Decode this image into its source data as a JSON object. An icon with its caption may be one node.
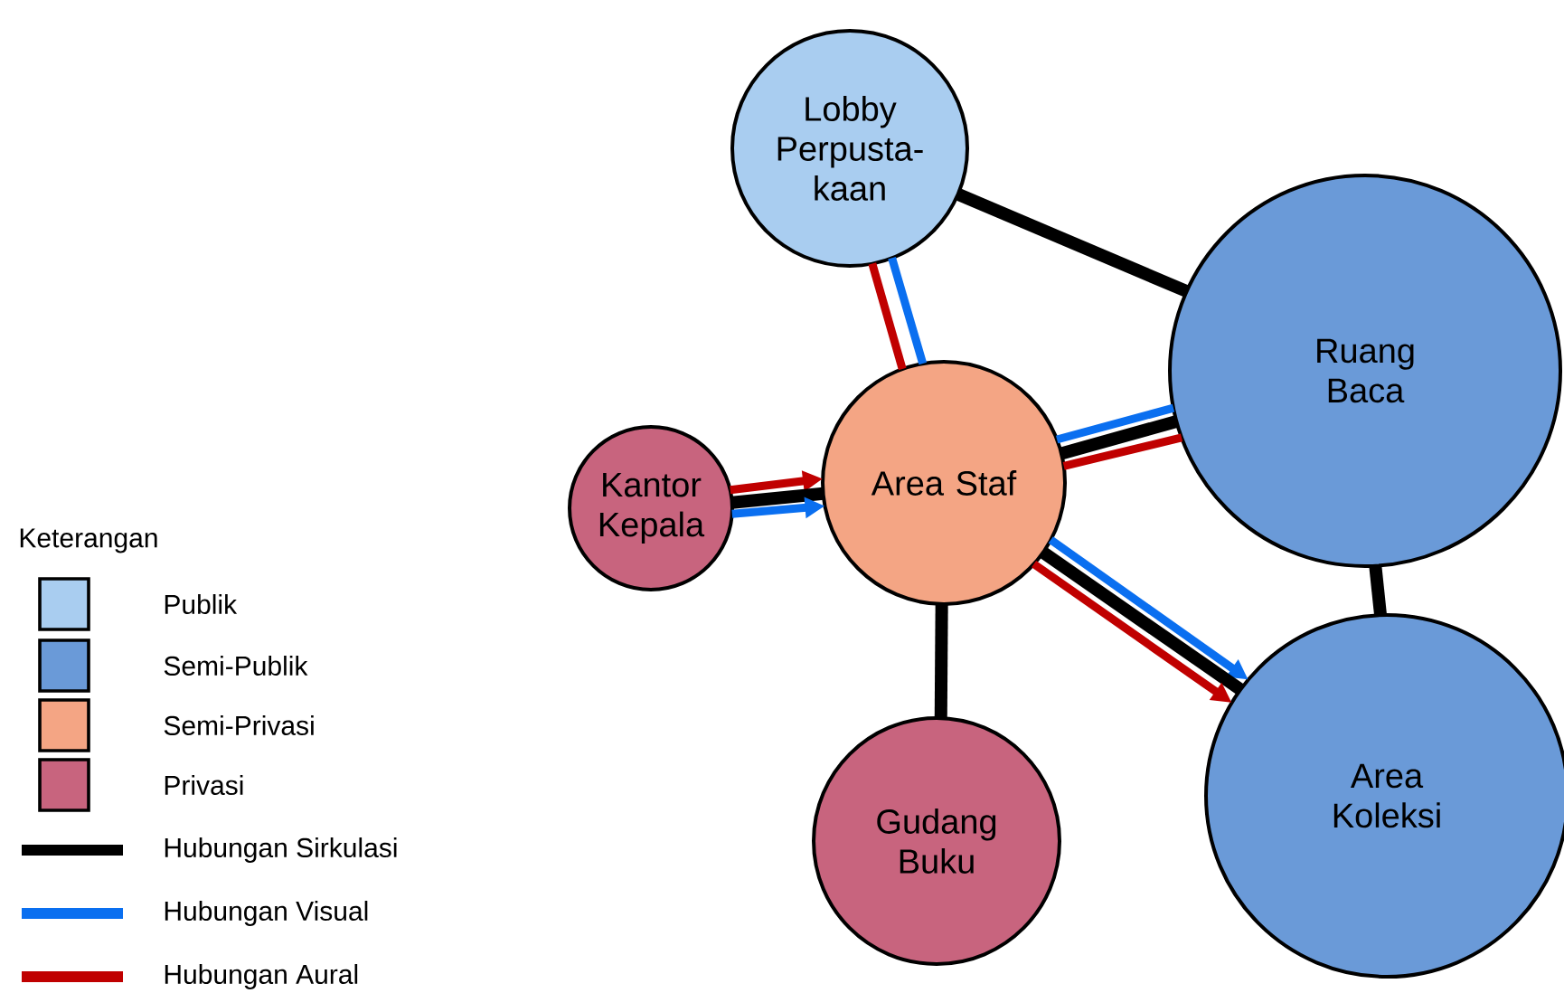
{
  "diagram": {
    "nodes": [
      {
        "text": [
          "Lobby Perpusta-kaan"
        ]
      },
      {
        "text": [
          "Ruang Baca"
        ]
      },
      {
        "text": [
          "Kantor Kepala"
        ]
      },
      {
        "text": [
          "Area Staf"
        ]
      },
      {
        "text": [
          "Gudang Buku"
        ]
      },
      {
        "text": [
          "Area Koleksi"
        ]
      }
    ],
    "edges": [
      {
        "from": 0,
        "to": 1,
        "arrow": "none"
      },
      {
        "from": 0,
        "to": 3,
        "arrow": "none",
        "color": "#c00000"
      },
      {
        "from": 0,
        "to": 3,
        "arrow": "none",
        "color": "#0a6ff0"
      },
      {
        "from": 2,
        "to": 3,
        "arrow": "to",
        "color": "#c00000"
      },
      {
        "from": 2,
        "to": 3,
        "arrow": "none"
      },
      {
        "from": 2,
        "to": 3,
        "arrow": "to",
        "color": "#0a6ff0"
      },
      {
        "from": 3,
        "to": 1,
        "arrow": "none",
        "color": "#0a6ff0"
      },
      {
        "from": 3,
        "to": 1,
        "arrow": "none"
      },
      {
        "from": 3,
        "to": 1,
        "arrow": "none",
        "color": "#c00000"
      },
      {
        "from": 3,
        "to": 5,
        "arrow": "to",
        "color": "#0a6ff0"
      },
      {
        "from": 3,
        "to": 5,
        "arrow": "none"
      },
      {
        "from": 3,
        "to": 5,
        "arrow": "to",
        "color": "#c00000"
      },
      {
        "from": 3,
        "to": 4,
        "arrow": "none"
      },
      {
        "from": 1,
        "to": 5,
        "arrow": "none"
      }
    ],
    "labels": [
      "Keterangan"
    ],
    "legend": [
      {
        "text": "Publik",
        "color": "#a9cdf0"
      },
      {
        "text": "Semi-Publik",
        "color": "#6a9ad8"
      },
      {
        "text": "Semi-Privasi",
        "color": "#f4a584"
      },
      {
        "text": "Privasi",
        "color": "#c8647e"
      },
      {
        "text": "Hubungan Sirkulasi"
      },
      {
        "text": "Hubungan Visual"
      },
      {
        "text": "Hubungan Aural"
      }
    ]
  }
}
